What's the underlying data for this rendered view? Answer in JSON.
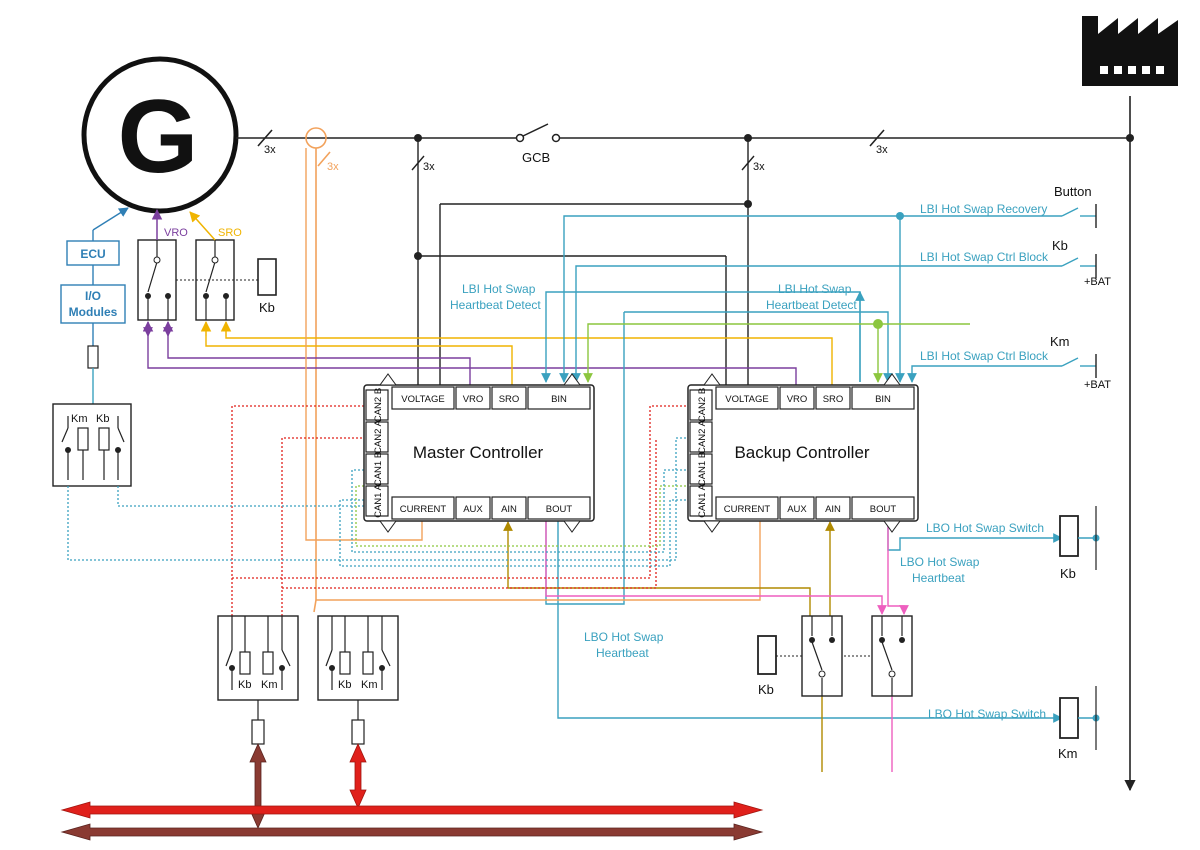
{
  "colors": {
    "black": "#222222",
    "blue": "#3aa1bf",
    "purple": "#7b3f9e",
    "yellow": "#f0b400",
    "orange": "#f2a25c",
    "green": "#8cc63f",
    "olive": "#b08a00",
    "pink": "#ee5fbf",
    "red": "#e0201b",
    "darkred": "#8a3a32",
    "ecu_blue": "#2f7fb5"
  },
  "generator": {
    "letter": "G"
  },
  "icons": {
    "factory": "factory-icon"
  },
  "labels": {
    "ecu": "ECU",
    "io_modules_line1": "I/O",
    "io_modules_line2": "Modules",
    "vro": "VRO",
    "sro": "SRO",
    "gcb": "GCB",
    "three_x": "3x",
    "kb": "Kb",
    "km": "Km",
    "button": "Button",
    "plus_bat": "+BAT"
  },
  "signals": {
    "lbi_recovery": "LBI Hot Swap Recovery",
    "lbi_ctrl_block": "LBI Hot Swap Ctrl Block",
    "lbi_hb_detect_line1": "LBI Hot Swap",
    "lbi_hb_detect_line2": "Heartbeat Detect",
    "lbo_switch": "LBO Hot Swap Switch",
    "lbo_hb_line1": "LBO Hot Swap",
    "lbo_hb_line2": "Heartbeat"
  },
  "controllers": {
    "master": {
      "title": "Master Controller"
    },
    "backup": {
      "title": "Backup Controller"
    },
    "top_pins": [
      "VOLTAGE",
      "VRO",
      "SRO",
      "BIN"
    ],
    "bottom_pins": [
      "CURRENT",
      "AUX",
      "AIN",
      "BOUT"
    ],
    "side_pins": [
      "CAN2 B",
      "CAN2 A",
      "CAN1 B",
      "CAN1 A"
    ]
  }
}
